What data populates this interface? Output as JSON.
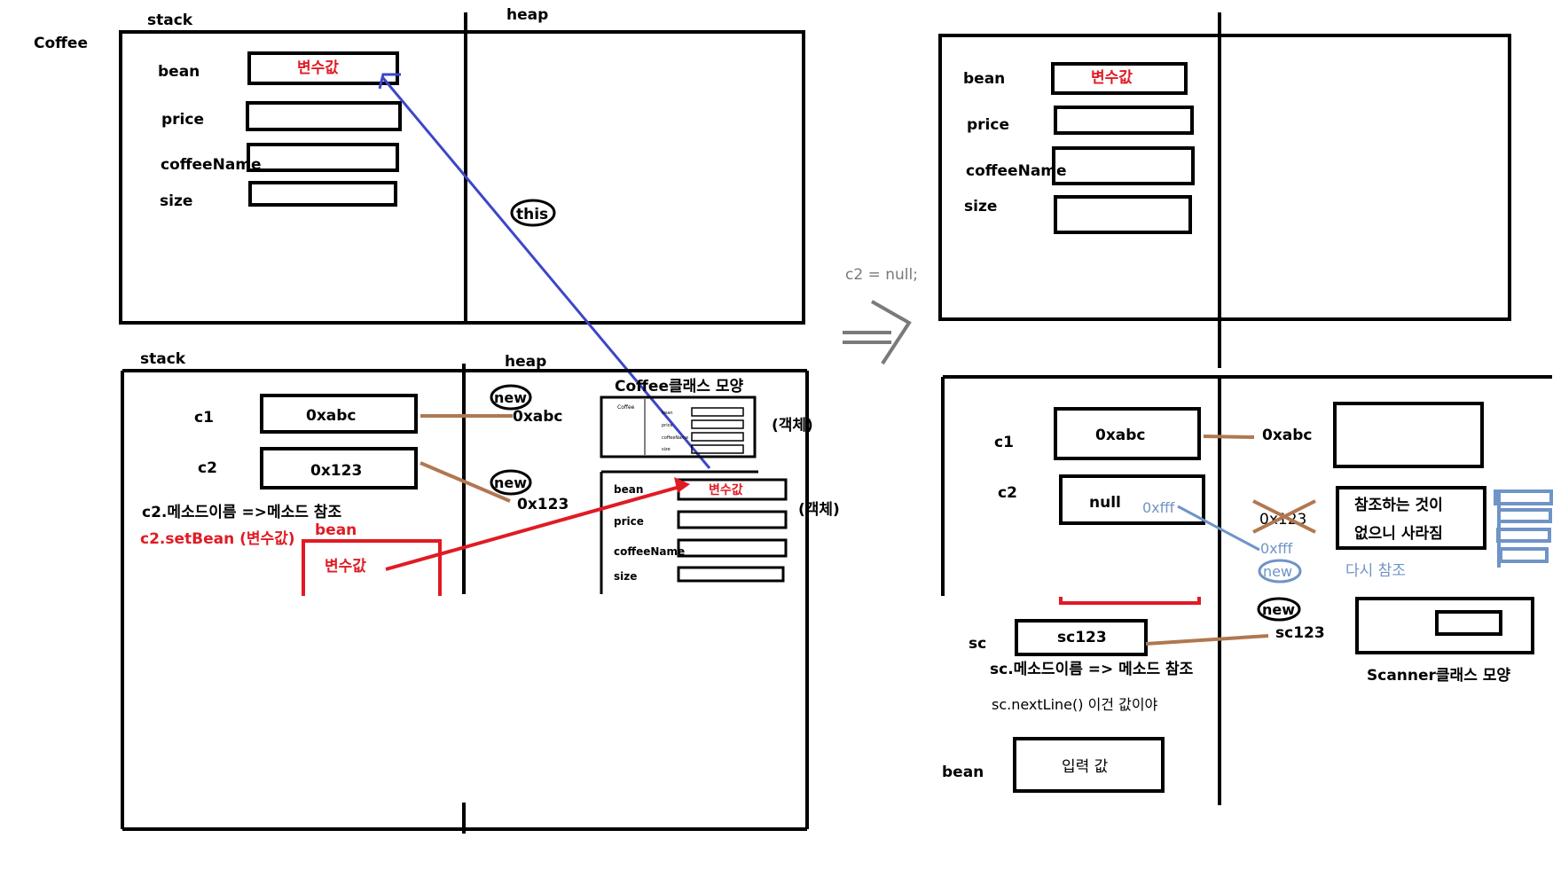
{
  "left": {
    "class_label": "Coffee",
    "top": {
      "stack_label": "stack",
      "heap_label": "heap",
      "fields": [
        "bean",
        "price",
        "coffeeName",
        "size"
      ],
      "bean_value": "변수값",
      "this_label": "this"
    },
    "bottom": {
      "stack_label": "stack",
      "heap_label": "heap",
      "c1_label": "c1",
      "c1_value": "0xabc",
      "c2_label": "c2",
      "c2_value": "0x123",
      "new_label": "new",
      "addr1": "0xabc",
      "addr2": "0x123",
      "class_shape": "Coffee클래스 모양",
      "object1": "(객체)",
      "object2": "(객체)",
      "method_ref": "c2.메소드이름 =>메소드 참조",
      "set_bean": "c2.setBean (변수값)",
      "bean_label": "bean",
      "bean_value": "변수값",
      "mini_header": "Coffee",
      "mini_fields": [
        "bean",
        "price",
        "coffeeName",
        "size"
      ],
      "mini_bean_value": "변수값"
    }
  },
  "middle": {
    "assign_text": "c2 = null;",
    "arrow_glyph": "⇒"
  },
  "right": {
    "top": {
      "fields": [
        "bean",
        "price",
        "coffeeName",
        "size"
      ],
      "bean_value": "변수값"
    },
    "bottom": {
      "c1_label": "c1",
      "c1_value": "0xabc",
      "c2_label": "c2",
      "c2_value": "null",
      "c2_new_addr": "0xfff",
      "addr1": "0xabc",
      "crossed_addr": "0x123",
      "addr_new": "0xfff",
      "new_label": "new",
      "no_ref_line1": "참조하는 것이",
      "no_ref_line2": "없으니 사라짐",
      "re_ref": "다시 참조",
      "sc_label": "sc",
      "sc_value": "sc123",
      "sc_addr": "sc123",
      "sc_new": "new",
      "sc_method": "sc.메소드이름 => 메소드 참조",
      "sc_nextline": "sc.nextLine() 이건 값이야",
      "scanner_shape": "Scanner클래스 모양",
      "bean_label": "bean",
      "input_value": "입력 값"
    }
  },
  "colors": {
    "red": "#e01b24",
    "blue_arrow": "#3c46c8",
    "brown_link": "#b07850",
    "light_blue": "#6f94c7",
    "grey_text": "#7a7a7a"
  }
}
